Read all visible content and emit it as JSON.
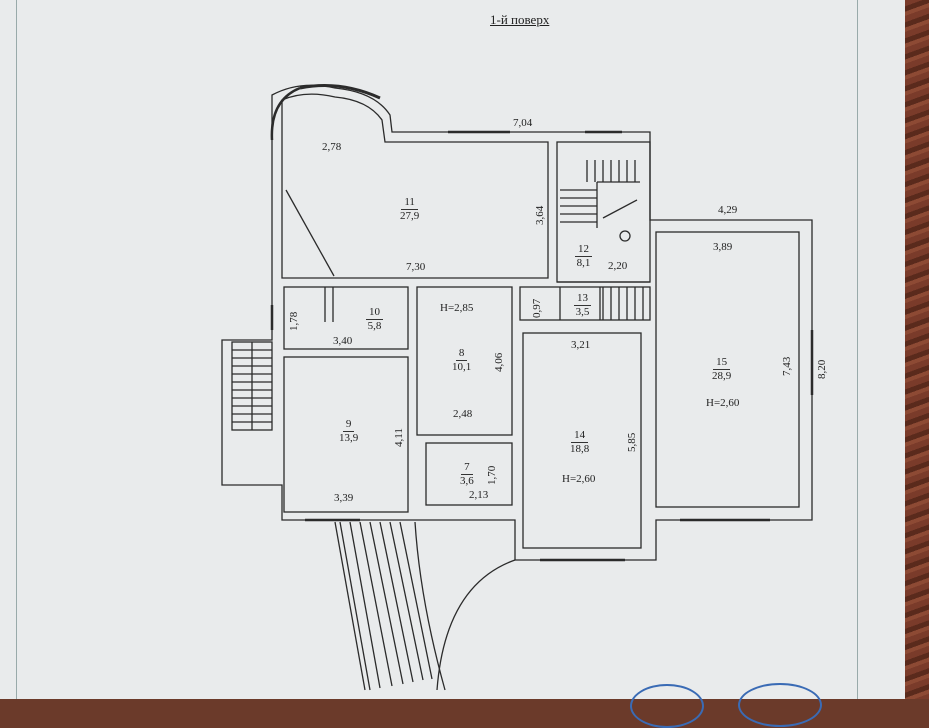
{
  "title": "1-й поверх",
  "rooms": [
    {
      "num": "11",
      "area": "27,9"
    },
    {
      "num": "12",
      "area": "8,1"
    },
    {
      "num": "13",
      "area": "3,5"
    },
    {
      "num": "10",
      "area": "5,8"
    },
    {
      "num": "8",
      "area": "10,1"
    },
    {
      "num": "9",
      "area": "13,9"
    },
    {
      "num": "7",
      "area": "3,6"
    },
    {
      "num": "14",
      "area": "18,8"
    },
    {
      "num": "15",
      "area": "28,9"
    }
  ],
  "dims": {
    "d_704": "7,04",
    "d_278": "2,78",
    "d_364": "3,64",
    "d_730": "7,30",
    "d_429": "4,29",
    "d_389": "3,89",
    "d_220": "2,20",
    "d_285": "H=2,85",
    "d_097": "0,97",
    "d_178": "1,78",
    "d_340": "3,40",
    "d_406": "4,06",
    "d_321": "3,21",
    "d_743": "7,43",
    "d_820": "8,20",
    "d_260a": "H=2,60",
    "d_248": "2,48",
    "d_411": "4,11",
    "d_585": "5,85",
    "d_170": "1,70",
    "d_213": "2,13",
    "d_339": "3,39",
    "d_260b": "H=2,60"
  },
  "colors": {
    "line": "#2b2b2b",
    "paper": "#e9ebec",
    "stamp": "#3a6bb5"
  }
}
